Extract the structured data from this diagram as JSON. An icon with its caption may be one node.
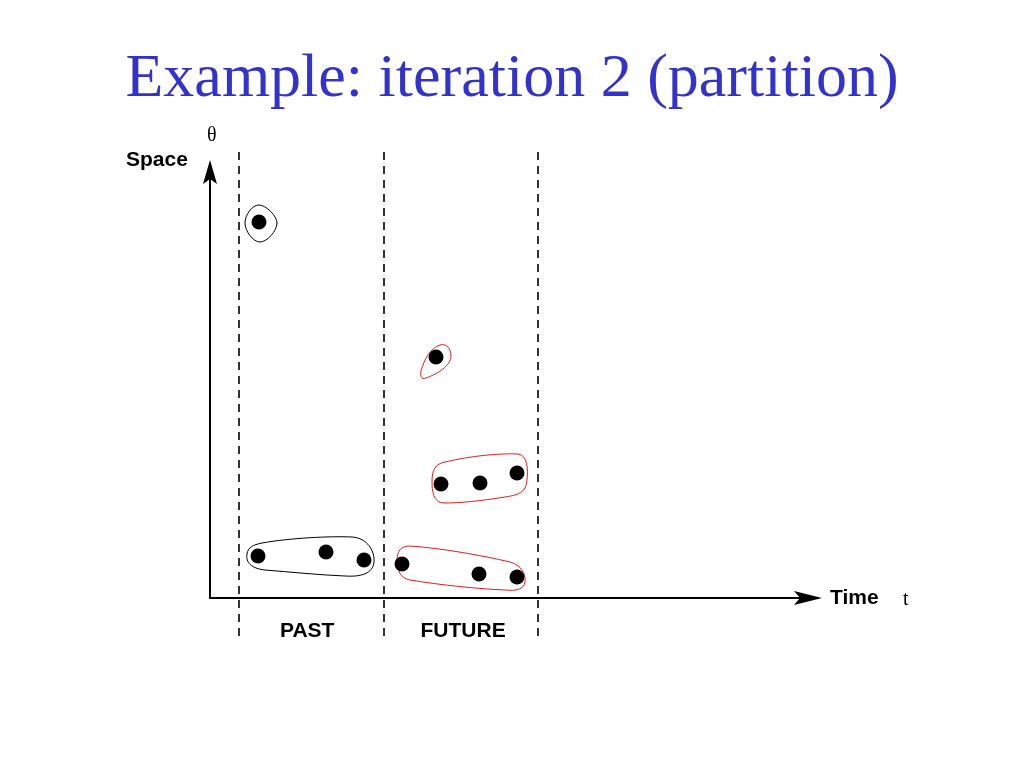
{
  "diagram": {
    "title": "Example: iteration 2 (partition)",
    "labels": [
      "θ",
      "Space",
      "Time",
      "t",
      "PAST",
      "FUTURE"
    ]
  }
}
